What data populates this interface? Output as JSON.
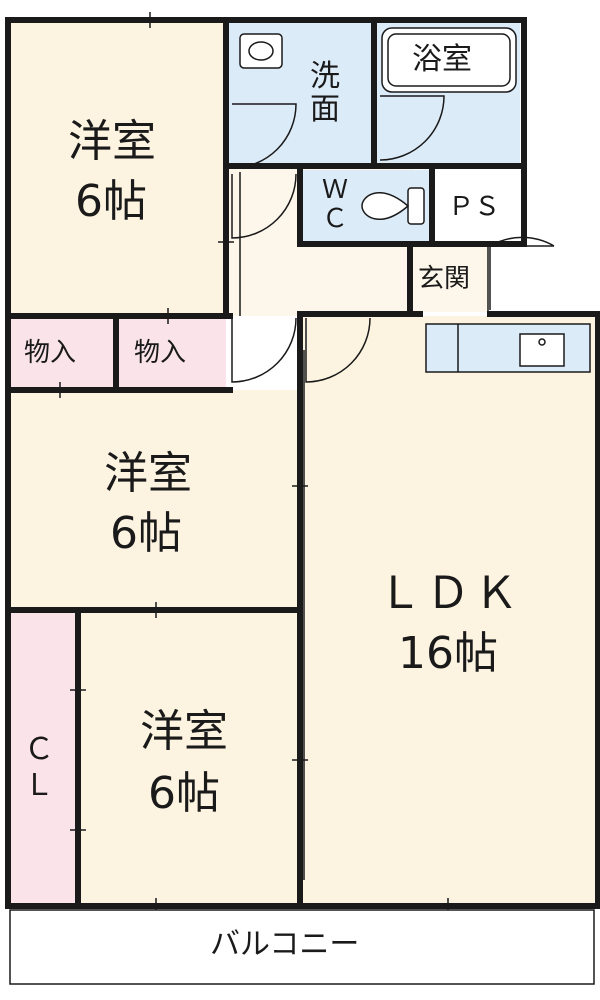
{
  "colors": {
    "wall": "#1a1a1a",
    "room_floor": "#fcf3e0",
    "wet_area": "#dcebf8",
    "storage": "#fbe3ea",
    "hall": "#fdf6ea",
    "balcony": "#ffffff"
  },
  "rooms": {
    "western_top": {
      "name": "洋室",
      "size": "6帖"
    },
    "western_mid": {
      "name": "洋室",
      "size": "6帖"
    },
    "western_bottom": {
      "name": "洋室",
      "size": "6帖"
    },
    "ldk": {
      "name": "ＬＤＫ",
      "size": "16帖"
    }
  },
  "fixtures": {
    "washroom": "洗\n面",
    "bath": "浴室",
    "wc": "Ｗ\nＣ",
    "ps": "ＰＳ",
    "entrance": "玄関",
    "storage_left": "物入",
    "storage_right": "物入",
    "closet": "Ｃ\nＬ",
    "balcony": "バルコニー"
  }
}
